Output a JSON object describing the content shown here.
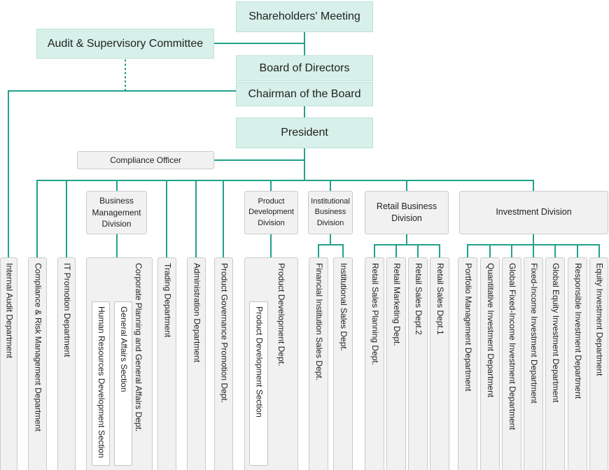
{
  "governance": {
    "shareholders_meeting": "Shareholders' Meeting",
    "audit_committee": "Audit & Supervisory Committee",
    "board_of_directors": "Board of Directors",
    "chairman": "Chairman of the Board",
    "president": "President",
    "compliance_officer": "Compliance Officer"
  },
  "direct_departments": {
    "internal_audit": "Internal Audit Department",
    "compliance_risk": "Compliance & Risk Management Department",
    "it_promotion": "IT Promotion Department",
    "trading": "Trading Department",
    "administration": "Administration Department",
    "product_governance": "Product Governance Promotion Dept."
  },
  "business_management_division": {
    "label": "Business Management Division",
    "department": "Corporate Planning and General Affairs Dept.",
    "sections": [
      "Human Resources Development Section",
      "General Affairs Section"
    ]
  },
  "product_development_division": {
    "label": "Product Development Division",
    "department": "Product Development Dept.",
    "sections": [
      "Product Development Section"
    ]
  },
  "institutional_business_division": {
    "label": "Institutional Business Division",
    "departments": [
      "Financial Institution Sales Dept.",
      "Institutional Sales Dept."
    ]
  },
  "retail_business_division": {
    "label": "Retail Business Division",
    "departments": [
      "Retail Sales Planning Dept.",
      "Retail Marketing Dept.",
      "Retail Sales Dept.2",
      "Retail Sales Dept.1"
    ]
  },
  "investment_division": {
    "label": "Investment Division",
    "departments": [
      "Portfolio Management Department",
      "Quantitative Investment Department",
      "Global Fixed-Income Investment Department",
      "Fixed-Income Investment Department",
      "Global Equity Investment Department",
      "Responsible Investment Department",
      "Equity Investment Department"
    ]
  },
  "colors": {
    "connector": "#22a18b",
    "governance_fill": "#d7f0e9",
    "governance_border": "#bde3d8",
    "unit_fill": "#f1f1f1",
    "unit_border": "#cbcbcb"
  }
}
